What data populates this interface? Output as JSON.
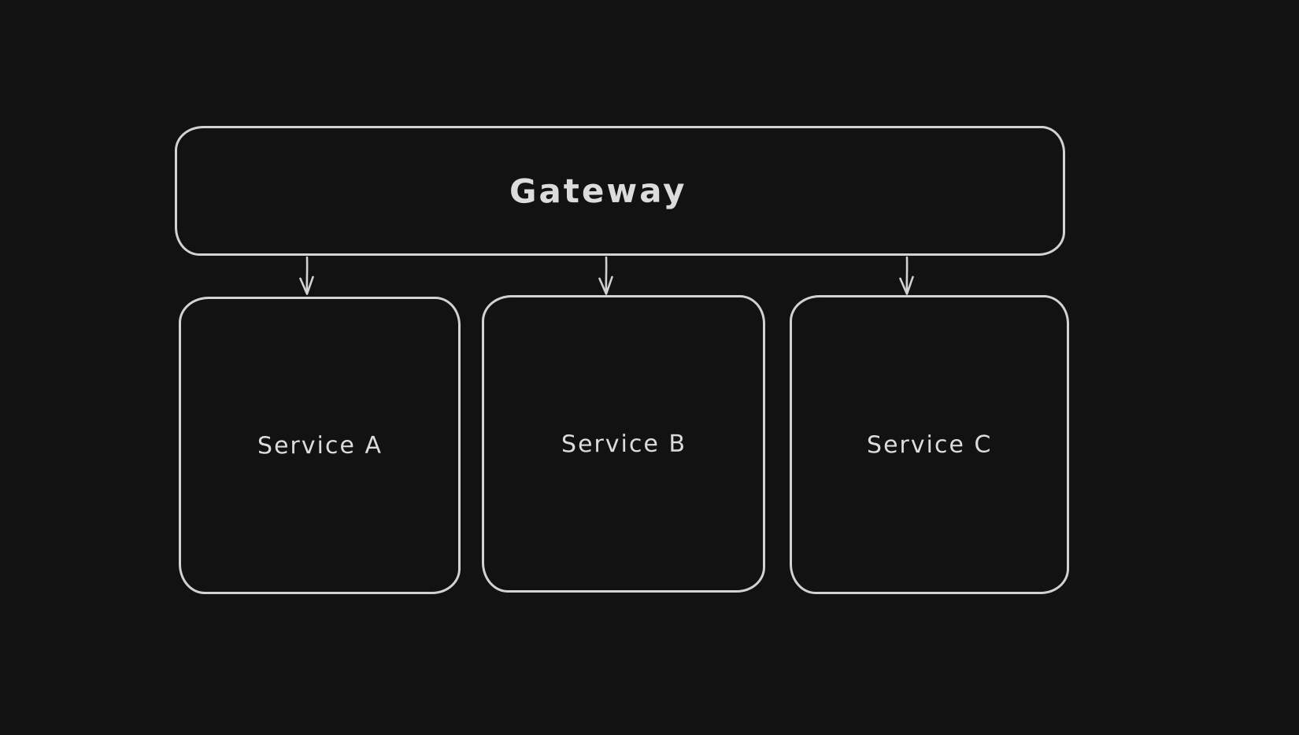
{
  "canvas": {
    "background_color": "#121212",
    "stroke_color": "#d2d2d2",
    "text_color": "#dcdcdc"
  },
  "diagram": {
    "nodes": [
      {
        "id": "gateway",
        "label": "Gateway",
        "shape": "rounded-rectangle"
      },
      {
        "id": "service-a",
        "label": "Service A",
        "shape": "rounded-rectangle"
      },
      {
        "id": "service-b",
        "label": "Service B",
        "shape": "rounded-rectangle"
      },
      {
        "id": "service-c",
        "label": "Service C",
        "shape": "rounded-rectangle"
      }
    ],
    "edges": [
      {
        "from": "gateway",
        "to": "service-a",
        "style": "arrow-down"
      },
      {
        "from": "gateway",
        "to": "service-b",
        "style": "arrow-down"
      },
      {
        "from": "gateway",
        "to": "service-c",
        "style": "arrow-down"
      }
    ]
  }
}
